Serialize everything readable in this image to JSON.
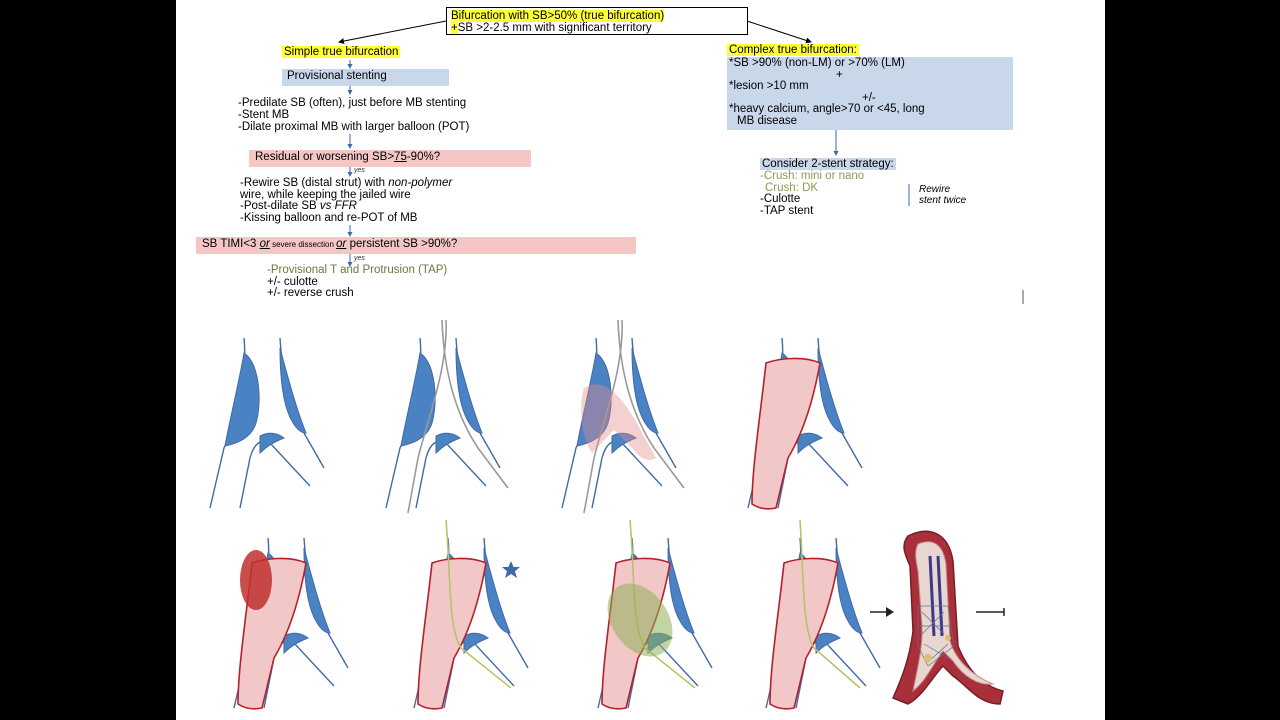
{
  "top": {
    "line1": "Bifurcation with SB>50% (true bifurcation)",
    "line2_plus": "+",
    "line2": "SB >2-2.5 mm with significant territory"
  },
  "left": {
    "simple_title": "Simple true bifurcation",
    "provisional": "Provisional stenting",
    "steps1": [
      "-Predilate SB (often), just before MB stenting",
      "-Stent MB",
      "-Dilate proximal MB with larger balloon (POT)"
    ],
    "residual_a": "Residual or worsening SB>",
    "residual_75": "75",
    "residual_b": "-90%?",
    "yes": "yes",
    "steps2_a": "-Rewire SB (distal strut) with ",
    "steps2_italic": "non-polymer",
    "steps2_b": " wire, while keeping the jailed wire",
    "steps2_c": "-Post-dilate SB ",
    "steps2_vs": "vs FFR",
    "steps2_d": "-Kissing balloon and re-POT of MB",
    "timi_a": "SB TIMI<3 ",
    "timi_or1": "or",
    "timi_small": " severe dissection ",
    "timi_or2": "or",
    "timi_b": " persistent SB >90%?",
    "tap": "-Provisional T and Protrusion (TAP)",
    "culotte": "+/- culotte",
    "reverse": "+/- reverse crush"
  },
  "right": {
    "complex_title": "Complex true bifurcation:",
    "c1": "*SB >90% (non-LM) or >70% (LM)",
    "plus": "+",
    "c2": "*lesion >10 mm",
    "plusminus": "+/-",
    "c3": "*heavy calcium, angle>70 or <45, long",
    "c4": "MB disease",
    "consider": "Consider 2-stent strategy:",
    "crush1": "-Crush: mini or nano",
    "crush2": "Crush: DK",
    "culotte": "-Culotte",
    "tap": "-TAP stent",
    "rewire1": "Rewire",
    "rewire2": "stent twice"
  },
  "colors": {
    "vessel": "#3f6aa8",
    "plaque": "#4b82c4",
    "stent": "#b5212b",
    "stent_fill": "#f1c7c7",
    "balloon": "#c0302f",
    "wire": "#8c8c8c",
    "wire_green": "#b6c36a",
    "green_balloon": "#8fae5a",
    "star": "#3e6aa1"
  }
}
